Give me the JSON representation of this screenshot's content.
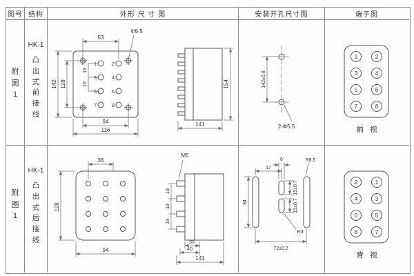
{
  "palette": {
    "grid_line": "#8c8c8c",
    "drawing_stroke": "#555555",
    "dim_stroke": "#707070",
    "text": "#3a3a3a"
  },
  "headers": {
    "fig_no": "图号",
    "structure": "结构",
    "outline": "外形 尺 寸 图",
    "install": "安装开孔尺寸图",
    "terminal": "端子图"
  },
  "row1": {
    "fig_chars": [
      "附",
      "图",
      "1"
    ],
    "model": "HK-1",
    "structure_chars": [
      "凸",
      "出",
      "式",
      "前",
      "接",
      "线"
    ],
    "outline": {
      "dim_top": "53",
      "dim_hole": "Φ5.5",
      "dim_height_outer": "142",
      "dim_height_inner": "128",
      "dim_pitch_a": "19",
      "dim_pitch_b": "19",
      "terminals": [
        "1",
        "2",
        "3",
        "4",
        "5",
        "6",
        "7",
        "8"
      ],
      "dim_width_inner": "94",
      "dim_width_outer": "116",
      "side_height": "154",
      "side_width": "141"
    },
    "install": {
      "dim_height": "142±0.8",
      "holes_label": "2-Φ5.5"
    },
    "terminal": {
      "left": [
        "1",
        "3",
        "5",
        "7"
      ],
      "right": [
        "2",
        "4",
        "6",
        "8"
      ],
      "caption": "前 视"
    }
  },
  "row2": {
    "fig_chars": [
      "附",
      "图",
      "1"
    ],
    "model": "HK-1",
    "structure_chars": [
      "凸",
      "出",
      "式",
      "后",
      "接",
      "线"
    ],
    "outline": {
      "dim_top": "36",
      "dim_height": "128",
      "dim_width": "94",
      "screw_label": "M5",
      "pitch": [
        "19",
        "19",
        "19"
      ],
      "dim_30": "30",
      "dim_40": "40",
      "side_width": "141"
    },
    "install": {
      "dim_17": "17",
      "dim_6": "6",
      "dim_r85": "R8.5",
      "dim_94": "94",
      "dim_19a": "19±0.7",
      "dim_19b": "19±0.7",
      "dim_r3": "R3",
      "dim_72": "72±0.2"
    },
    "terminal": {
      "left": [
        "2",
        "4",
        "6",
        "8"
      ],
      "right": [
        "1",
        "3",
        "5",
        "7"
      ],
      "caption": "背 视"
    }
  }
}
